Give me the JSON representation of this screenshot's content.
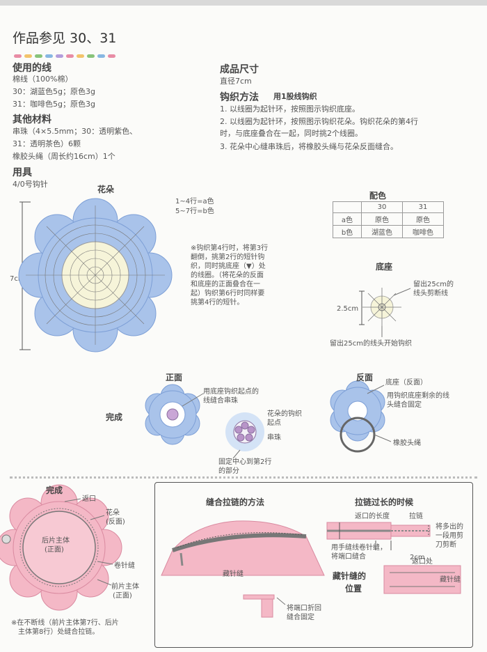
{
  "header": {
    "title": "作品参见 30、31"
  },
  "accent_dots": [
    "#e88ca5",
    "#f2c36b",
    "#88c37a",
    "#87b7e2",
    "#b39ddb",
    "#e88ca5",
    "#f2c36b",
    "#88c37a",
    "#87b7e2",
    "#e88ca5"
  ],
  "yarn": {
    "heading": "使用的线",
    "type": "棉线（100%棉）",
    "line30": "30：湖蓝色5g；原色3g",
    "line31": "31：咖啡色5g；原色3g"
  },
  "materials": {
    "heading": "其他材料",
    "line1": "串珠（4×5.5mm；30：透明紫色、",
    "line2": "31：透明茶色）6颗",
    "line3": "橡胶头绳（周长约16cm）1个"
  },
  "tools": {
    "heading": "用具",
    "hook": "4/0号钩针"
  },
  "size": {
    "heading": "成品尺寸",
    "value": "直径7cm"
  },
  "method": {
    "heading": "钩织方法",
    "sub": "用1股线钩织",
    "steps": [
      "1.  以线圈为起针环，按照图示钩织底座。",
      "2.  以线圈为起针环，按照图示钩织花朵。钩织花朵的第4行",
      "     时，与底座叠合在一起，同时挑2个线圈。",
      "3.  花朵中心缝串珠后，将橡胶头绳与花朵反面缝合。"
    ]
  },
  "flower": {
    "title": "花朵",
    "legend1": "1~4行=a色",
    "legend2": "5~7行=b色",
    "size_label": "7cm",
    "note": [
      "※钩织第4行时，将第3行",
      "翻倒，挑第2行的短针钩",
      "织，同时挑底座（▼）处",
      "的线圈。（将花朵的反面",
      "和底座的正面叠合在一",
      "起）钩织第6行时同样要",
      "挑第4行的短针。"
    ]
  },
  "colors": {
    "title": "配色",
    "header": [
      "",
      "30",
      "31"
    ],
    "rows": [
      [
        "a色",
        "原色",
        "原色"
      ],
      [
        "b色",
        "湖蓝色",
        "咖啡色"
      ]
    ]
  },
  "base": {
    "title": "底座",
    "size_label": "2.5cm",
    "note_top1": "留出25cm的",
    "note_top2": "线头剪断线",
    "note_bottom": "留出25cm的线头开始钩织"
  },
  "finish": {
    "label": "完成",
    "front_title": "正面",
    "back_title": "反面",
    "front_note1": "用底座钩织起点的",
    "front_note2": "线缝合串珠",
    "start_note1": "花朵的钩织",
    "start_note2": "起点",
    "bead": "串珠",
    "fix_note1": "固定中心到第2行",
    "fix_note2": "的部分",
    "back_base": "底座（反面）",
    "back_note1": "用钩织底座剩余的线",
    "back_note2": "头缝合固定",
    "hairband": "橡胶头绳"
  },
  "purse": {
    "title": "完成",
    "opening": "返口",
    "flower1": "花朵",
    "flower2": "(反面)",
    "back_body1": "后片主体",
    "back_body2": "(正面)",
    "seam": "卷针缝",
    "front_body1": "前片主体",
    "front_body2": "(正面)",
    "note1": "※在不断线（前片主体第7行、后片",
    "note2": "主体第8行）处缝合拉链。"
  },
  "zipper": {
    "title": "缝合拉链的方法",
    "hidden_stitch": "藏针缝",
    "fold_note1": "将端口折回",
    "fold_note2": "缝合固定"
  },
  "long_zip": {
    "title": "拉链过长的时候",
    "opening_len": "返口的长度",
    "zip": "拉链",
    "cut1": "将多出的",
    "cut2": "一段用剪",
    "cut3": "刀剪断",
    "wrap1": "用手缝线卷针缝，",
    "wrap2": "将端口缝合",
    "len": "2cm"
  },
  "hidden": {
    "title1": "藏针缝的",
    "title2": "位置",
    "opening": "返口处",
    "stitch": "藏针缝"
  }
}
